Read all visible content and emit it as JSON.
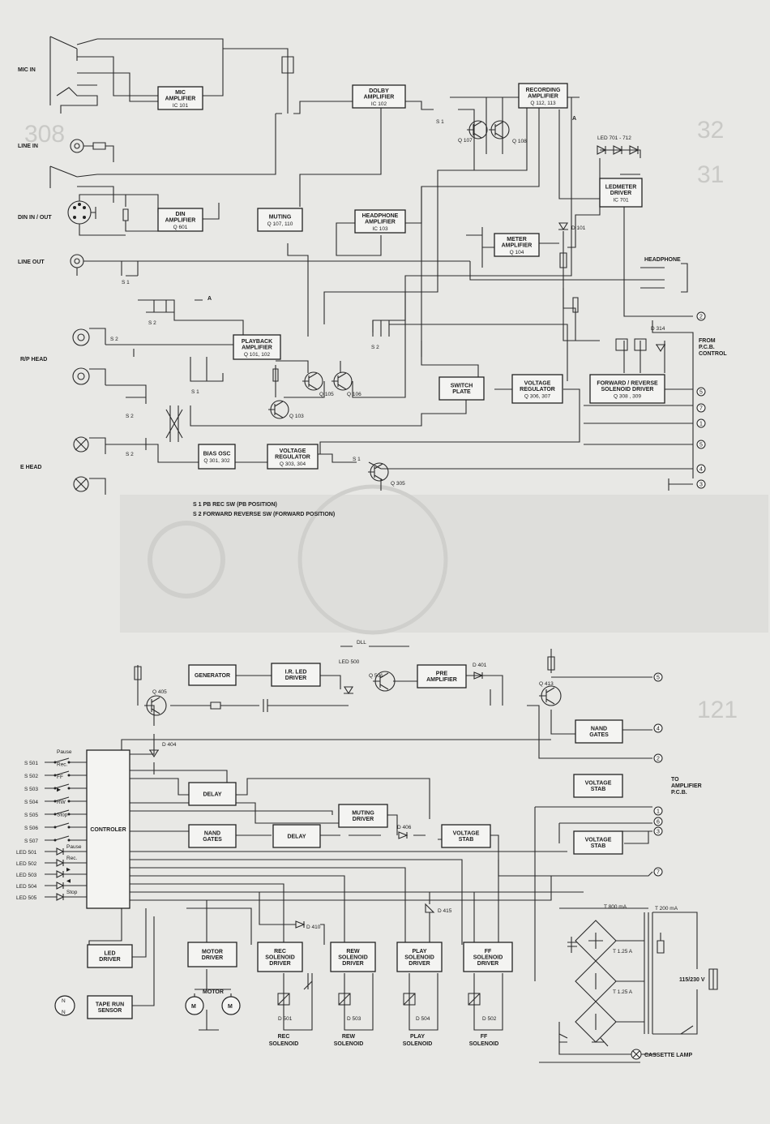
{
  "inputs": {
    "mic_in": "MIC IN",
    "line_in": "LINE IN",
    "din_in_out": "DIN IN / OUT",
    "line_out": "LINE OUT",
    "rp_head": "R/P HEAD",
    "e_head": "E HEAD",
    "headphone": "HEADPHONE"
  },
  "blocks": [
    {
      "id": "mic-amp",
      "lines": [
        "MIC",
        "AMPLIFIER"
      ],
      "sub": "IC 101"
    },
    {
      "id": "din-amp",
      "lines": [
        "DIN",
        "AMPLIFIER"
      ],
      "sub": "Q 601"
    },
    {
      "id": "muting",
      "lines": [
        "MUTING"
      ],
      "sub": "Q 107, 110"
    },
    {
      "id": "dolby-amp",
      "lines": [
        "DOLBY",
        "AMPLIFIER"
      ],
      "sub": "IC 102"
    },
    {
      "id": "headphone-amp",
      "lines": [
        "HEADPHONE",
        "AMPLIFIER"
      ],
      "sub": "IC 103"
    },
    {
      "id": "recording-amp",
      "lines": [
        "RECORDING",
        "AMPLIFIER"
      ],
      "sub": "Q 112, 113"
    },
    {
      "id": "ledmeter-driver",
      "lines": [
        "LEDMETER",
        "DRIVER"
      ],
      "sub": "IC 701"
    },
    {
      "id": "meter-amp",
      "lines": [
        "METER",
        "AMPLIFIER"
      ],
      "sub": "Q 104"
    },
    {
      "id": "playback-amp",
      "lines": [
        "PLAYBACK",
        "AMPLIFIER"
      ],
      "sub": "Q 101, 102"
    },
    {
      "id": "switch-plate",
      "lines": [
        "SWITCH",
        "PLATE"
      ],
      "sub": ""
    },
    {
      "id": "voltage-reg-top",
      "lines": [
        "VOLTAGE",
        "REGULATOR"
      ],
      "sub": "Q 306, 307"
    },
    {
      "id": "fr-solenoid-driver",
      "lines": [
        "FORWARD / REVERSE",
        "SOLENOID  DRIVER"
      ],
      "sub": "Q 308 , 309"
    },
    {
      "id": "bias-osc",
      "lines": [
        "BIAS OSC"
      ],
      "sub": "Q 301, 302"
    },
    {
      "id": "voltage-reg-bias",
      "lines": [
        "VOLTAGE",
        "REGULATOR"
      ],
      "sub": "Q 303, 304"
    },
    {
      "id": "generator",
      "lines": [
        "GENERATOR"
      ],
      "sub": ""
    },
    {
      "id": "ir-led-driver",
      "lines": [
        "I.R. LED",
        "DRIVER"
      ],
      "sub": ""
    },
    {
      "id": "pre-amp",
      "lines": [
        "PRE",
        "AMPLIFIER"
      ],
      "sub": ""
    },
    {
      "id": "nand-gates-right",
      "lines": [
        "NAND",
        "GATES"
      ],
      "sub": ""
    },
    {
      "id": "voltage-stab-1",
      "lines": [
        "VOLTAGE",
        "STAB"
      ],
      "sub": ""
    },
    {
      "id": "delay-1",
      "lines": [
        "DELAY"
      ],
      "sub": ""
    },
    {
      "id": "muting-driver",
      "lines": [
        "MUTING",
        "DRIVER"
      ],
      "sub": ""
    },
    {
      "id": "nand-gates-left",
      "lines": [
        "NAND",
        "GATES"
      ],
      "sub": ""
    },
    {
      "id": "delay-2",
      "lines": [
        "DELAY"
      ],
      "sub": ""
    },
    {
      "id": "voltage-stab-2",
      "lines": [
        "VOLTAGE",
        "STAB"
      ],
      "sub": ""
    },
    {
      "id": "voltage-stab-3",
      "lines": [
        "VOLTAGE",
        "STAB"
      ],
      "sub": ""
    },
    {
      "id": "controler",
      "lines": [
        "CONTROLER"
      ],
      "sub": ""
    },
    {
      "id": "led-driver",
      "lines": [
        "LED",
        "DRIVER"
      ],
      "sub": ""
    },
    {
      "id": "motor-driver",
      "lines": [
        "MOTOR",
        "DRIVER"
      ],
      "sub": ""
    },
    {
      "id": "rec-sol-driver",
      "lines": [
        "REC",
        "SOLENOID",
        "DRIVER"
      ],
      "sub": ""
    },
    {
      "id": "rew-sol-driver",
      "lines": [
        "REW",
        "SOLENOID",
        "DRIVER"
      ],
      "sub": ""
    },
    {
      "id": "play-sol-driver",
      "lines": [
        "PLAY",
        "SOLENOID",
        "DRIVER"
      ],
      "sub": ""
    },
    {
      "id": "ff-sol-driver",
      "lines": [
        "FF",
        "SOLENOID",
        "DRIVER"
      ],
      "sub": ""
    },
    {
      "id": "tape-run-sensor",
      "lines": [
        "TAPE RUN",
        "SENSOR"
      ],
      "sub": ""
    }
  ],
  "components": {
    "q107": "Q 107",
    "q108": "Q 108",
    "q105": "Q 105",
    "q106": "Q 106",
    "q103": "Q 103",
    "q305": "Q 305",
    "q405": "Q 405",
    "q501": "Q 501",
    "q413": "Q 413",
    "led701": "LED 701 - 712",
    "d101": "D 101",
    "d314": "D 314",
    "led500": "LED 500",
    "d401": "D 401",
    "d404": "D 404",
    "d406": "D 406",
    "d410": "D 410",
    "d415": "D 415",
    "d501": "D 501",
    "d503": "D 503",
    "d504": "D 504",
    "d502": "D 502",
    "dll": "DLL",
    "motor": "MOTOR",
    "m": "M",
    "t800": "T 800 mA",
    "t200": "T 200 mA",
    "t125a": "T 1.25 A",
    "t125b": "T 1.25 A",
    "mains": "115/230 V",
    "cassette_lamp": "CASSETTE LAMP",
    "s1": "S 1",
    "s2": "S 2",
    "a": "A"
  },
  "switches": [
    "S 501",
    "S 502",
    "S 503",
    "S 504",
    "S 505",
    "S 506",
    "S 507"
  ],
  "switch_labels": [
    "Pause",
    "Rec.",
    "FF",
    "▶",
    "RW",
    "Stop"
  ],
  "leds": [
    "LED 501",
    "LED 502",
    "LED 503",
    "LED 504",
    "LED 505"
  ],
  "led_labels": [
    "Pause",
    "Rec.",
    "▶",
    "◀",
    "Stop"
  ],
  "solenoids": [
    "REC",
    "REW",
    "PLAY",
    "FF"
  ],
  "solenoid_word": "SOLENOID",
  "terminals_top": [
    "2",
    "5",
    "7",
    "1",
    "5",
    "4",
    "3"
  ],
  "terminals_bottom": [
    "5",
    "4",
    "2",
    "1",
    "6",
    "3",
    "7"
  ],
  "notes": {
    "s1": "S 1 PB REC SW (PB POSITION)",
    "s2": "S 2 FORWARD REVERSE SW (FORWARD POSITION)",
    "from_pcb": [
      "FROM",
      "P.C.B.",
      "CONTROL"
    ],
    "to_amp": [
      "TO",
      "AMPLIFIER",
      "P.C.B."
    ]
  }
}
